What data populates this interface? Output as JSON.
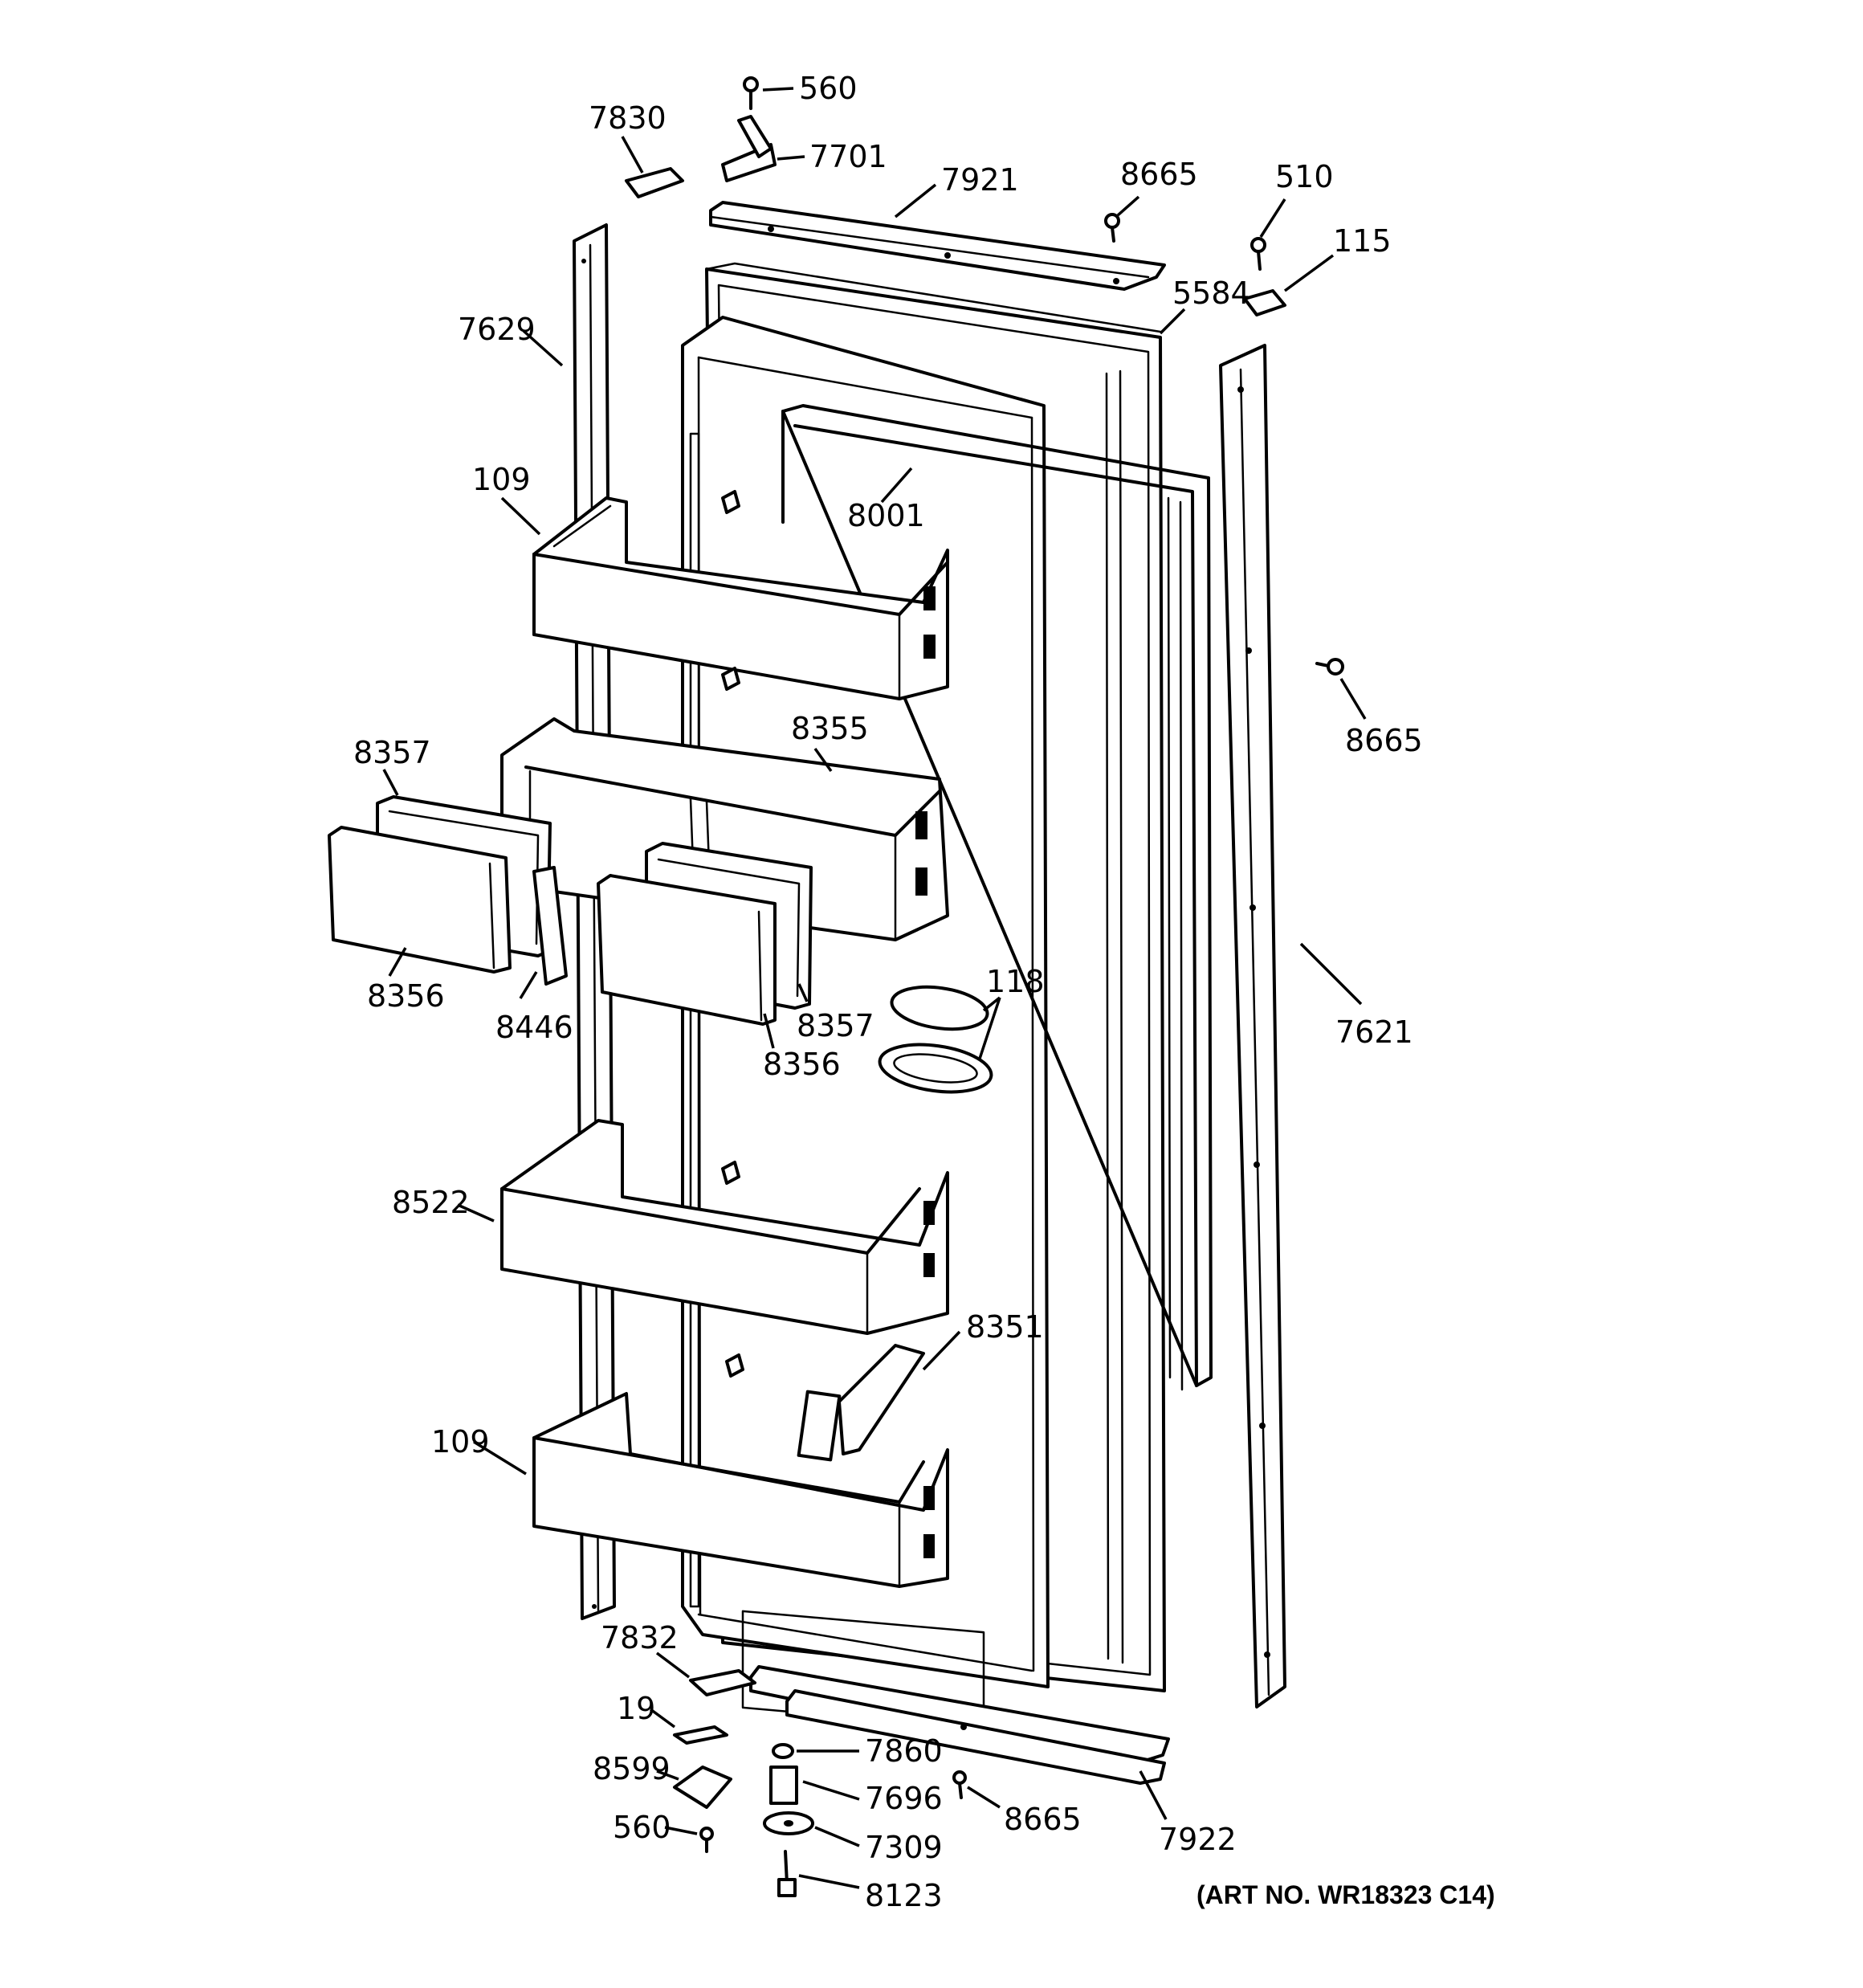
{
  "art_number": "(ART NO. WR18323 C14)",
  "callouts": [
    {
      "id": "560-top",
      "label": "560"
    },
    {
      "id": "7830",
      "label": "7830"
    },
    {
      "id": "7701",
      "label": "7701"
    },
    {
      "id": "7921",
      "label": "7921"
    },
    {
      "id": "8665-top",
      "label": "8665"
    },
    {
      "id": "510",
      "label": "510"
    },
    {
      "id": "115",
      "label": "115"
    },
    {
      "id": "5584",
      "label": "5584"
    },
    {
      "id": "7629",
      "label": "7629"
    },
    {
      "id": "109-top",
      "label": "109"
    },
    {
      "id": "8001",
      "label": "8001"
    },
    {
      "id": "8665-right",
      "label": "8665"
    },
    {
      "id": "8357-left",
      "label": "8357"
    },
    {
      "id": "8355",
      "label": "8355"
    },
    {
      "id": "118",
      "label": "118"
    },
    {
      "id": "8356-left",
      "label": "8356"
    },
    {
      "id": "8446",
      "label": "8446"
    },
    {
      "id": "8357-right",
      "label": "8357"
    },
    {
      "id": "8356-right",
      "label": "8356"
    },
    {
      "id": "7621",
      "label": "7621"
    },
    {
      "id": "8522",
      "label": "8522"
    },
    {
      "id": "8351",
      "label": "8351"
    },
    {
      "id": "109-bottom",
      "label": "109"
    },
    {
      "id": "7832",
      "label": "7832"
    },
    {
      "id": "19",
      "label": "19"
    },
    {
      "id": "8599",
      "label": "8599"
    },
    {
      "id": "560-bottom",
      "label": "560"
    },
    {
      "id": "7860",
      "label": "7860"
    },
    {
      "id": "7696",
      "label": "7696"
    },
    {
      "id": "7309",
      "label": "7309"
    },
    {
      "id": "8123",
      "label": "8123"
    },
    {
      "id": "8665-bottom",
      "label": "8665"
    },
    {
      "id": "7922",
      "label": "7922"
    }
  ]
}
